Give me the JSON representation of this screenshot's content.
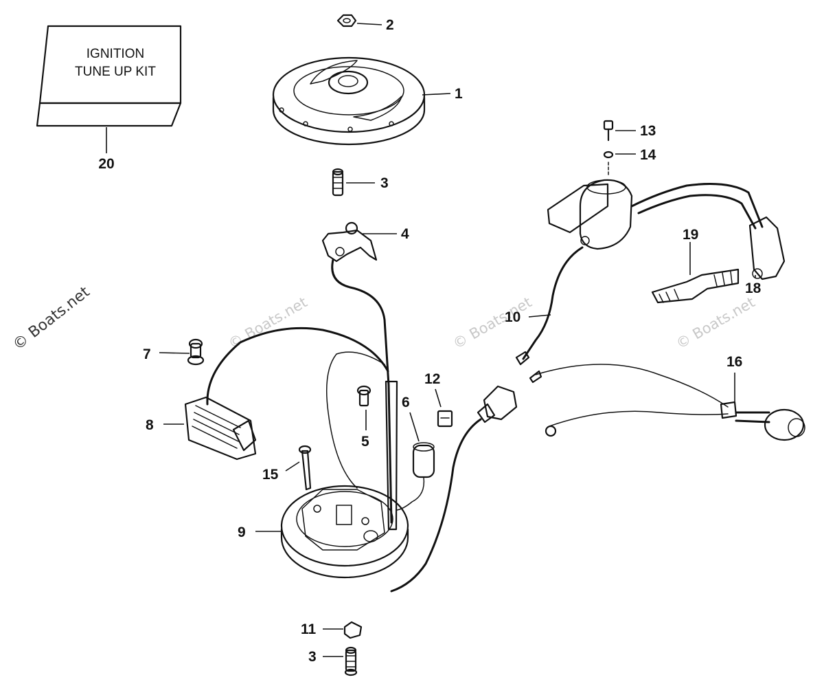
{
  "watermarks": {
    "side": "© Boats.net",
    "tile": "© Boats.net"
  },
  "kit_box": {
    "line1": "IGNITION",
    "line2": "TUNE UP KIT"
  },
  "callouts": {
    "c1": "1",
    "c2": "2",
    "c3a": "3",
    "c3b": "3",
    "c4": "4",
    "c5": "5",
    "c6": "6",
    "c7": "7",
    "c8": "8",
    "c9": "9",
    "c10": "10",
    "c11": "11",
    "c12": "12",
    "c13": "13",
    "c14": "14",
    "c15": "15",
    "c16": "16",
    "c18": "18",
    "c19": "19",
    "c20": "20"
  }
}
